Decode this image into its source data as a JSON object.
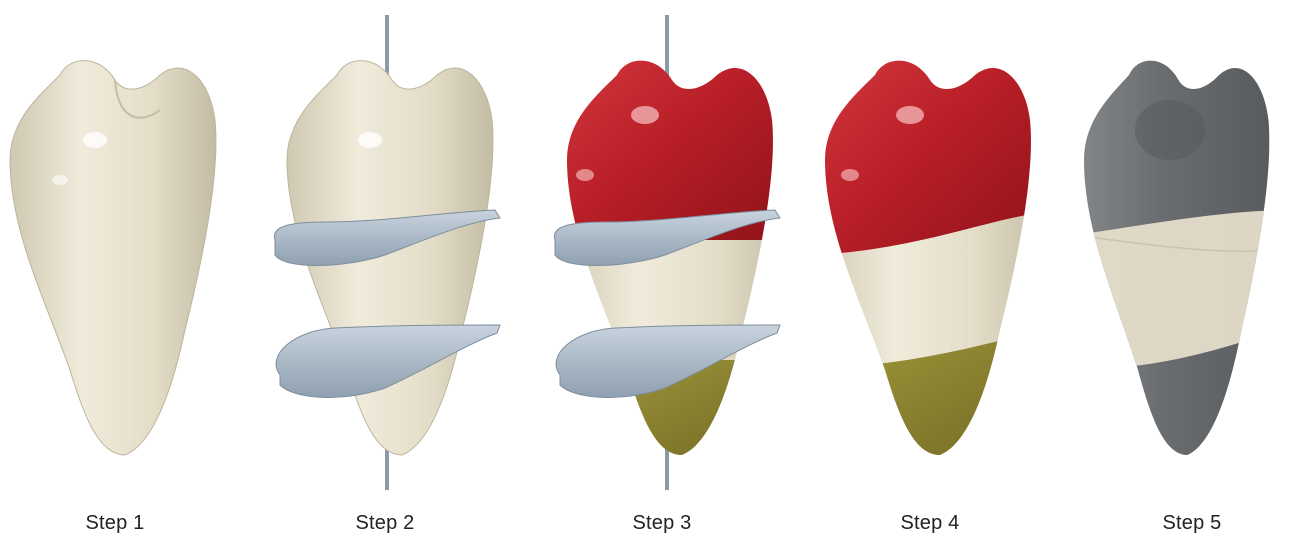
{
  "steps": [
    {
      "label": "Step 1"
    },
    {
      "label": "Step 2"
    },
    {
      "label": "Step 3"
    },
    {
      "label": "Step 4"
    },
    {
      "label": "Step 5"
    }
  ],
  "colors": {
    "enamel": "#e6e0cc",
    "crown_red": "#c1232b",
    "root_olive": "#8f8630",
    "plane_blue": "#b9c6d2",
    "axis_rod": "#8a9aa8",
    "shell_gray": "#6e7174"
  }
}
